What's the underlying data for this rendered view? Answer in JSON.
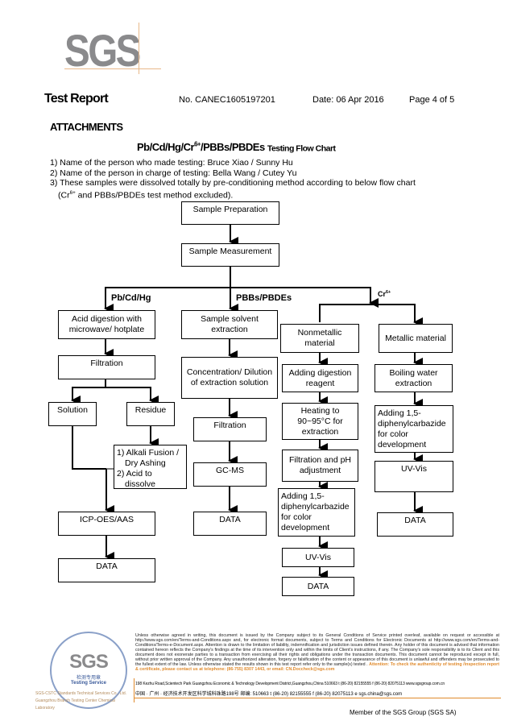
{
  "logo": "SGS",
  "header": {
    "title": "Test Report",
    "report_no": "No. CANEC1605197201",
    "date": "Date: 06 Apr 2016",
    "page": "Page 4 of 5"
  },
  "section": "ATTACHMENTS",
  "chart_title": {
    "main": "Pb/Cd/Hg/Cr6+/PBBs/PBDEs",
    "sub": "Testing Flow Chart"
  },
  "notes": [
    "1) Name of the person who made testing:  Bruce Xiao / Sunny Hu",
    "2) Name of the person in charge of testing:  Bella Wang / Cutey Yu",
    "3) These samples were dissolved totally by  pre-conditioning method according to below flow chart",
    "(Cr6+ and PBBs/PBDEs  test method excluded)."
  ],
  "flow": {
    "prep": "Sample Preparation",
    "measure": "Sample Measurement",
    "branch_pb": "Pb/Cd/Hg",
    "branch_pbb": "PBBs/PBDEs",
    "branch_cr": "Cr6+",
    "pb": {
      "acid": "Acid digestion with microwave/ hotplate",
      "filtration": "Filtration",
      "solution": "Solution",
      "residue": "Residue",
      "alkali1": "1) Alkali Fusion / Dry Ashing",
      "alkali2": "2) Acid to dissolve",
      "icp": "ICP-OES/AAS",
      "data": "DATA"
    },
    "pbb": {
      "extract": "Sample solvent extraction",
      "conc": "Concentration/ Dilution of extraction solution",
      "filtration": "Filtration",
      "gcms": "GC-MS",
      "data": "DATA"
    },
    "cr_non": {
      "material": "Nonmetallic material",
      "reagent": "Adding digestion reagent",
      "heat": "Heating to 90~95°C  for extraction",
      "ph": "Filtration and pH adjustment",
      "dpc": "Adding 1,5-diphenylcarbazide for color development",
      "uv": "UV-Vis",
      "data": "DATA"
    },
    "cr_met": {
      "material": "Metallic material",
      "boil": "Boiling water extraction",
      "dpc": "Adding 1,5-diphenylcarbazide for color development",
      "uv": "UV-Vis",
      "data": "DATA"
    }
  },
  "footer": {
    "disclaimer": "Unless otherwise agreed in writing, this document is issued by the Company subject to its General Conditions of Service printed overleaf, available on request or accessible at http://www.sgs.com/en/Terms-and-Conditions.aspx and, for electronic format documents, subject to Terms and Conditions for Electronic Documents at http://www.sgs.com/en/Terms-and-Conditions/Terms-e-Document.aspx. Attention is drawn to the limitation of liability, indemnification and jurisdiction issues defined therein. Any holder of this document is advised that information contained hereon reflects the Company's findings at the time of its intervention only and within the limits of Client's instructions, if any. The Company's sole responsibility is to its Client and this document does not exonerate parties to a transaction from exercising all their rights and obligations under the transaction documents. This document cannot be reproduced except in full, without prior written approval of the Company. Any unauthorized alteration, forgery or falsification of the content or appearance of this document is unlawful and offenders may be prosecuted to the fullest extent of the law. Unless otherwise stated the results shown in this test report refer only to the sample(s) tested .",
    "attention": "Attention: To check the authenticity of testing /inspection report & certificate, please contact us at telephone: (86-755) 8307 1443, or email: CN.Doccheck@sgs.com",
    "address_en": "198 Kezhu Road,Scientech Park Guangzhou Economic & Technology Development District,Guangzhou,China  510663  t (86-20) 82155555  f (86-20) 82075113  www.sgsgroup.com.cn",
    "address_cn": "中国 · 广州 · 经济技术开发区科学城科珠路198号      邮编: 510663  t (86-20) 82155555  f (86-20) 82075113  e sgs.china@sgs.com",
    "seal": {
      "logo": "SGS",
      "cn": "检测专用章",
      "en": "Testing Service",
      "company": "SGS-CSTC Standards Technical Services Co., Ltd. Guangzhou Branch Testing Center Chemical Laboratory"
    },
    "member": "Member of the SGS Group (SGS SA)"
  },
  "colors": {
    "logo_gray": "#8a8a8c",
    "accent_orange": "#e08a2c"
  }
}
